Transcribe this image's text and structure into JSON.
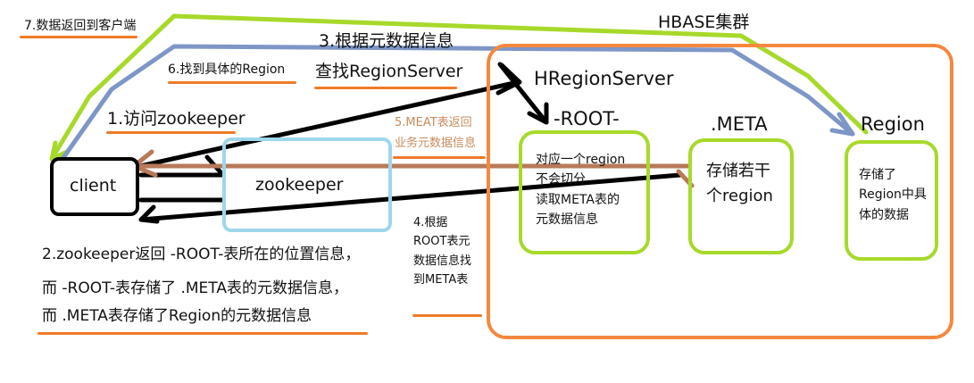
{
  "colors": {
    "orange": "#f5883f",
    "lightblue": "#9ed7ea",
    "lime": "#a7d92a",
    "steelblue": "#7e96c7",
    "brown": "#b87a5a",
    "black": "#000000",
    "underline": "#f07b27",
    "meat_text": "#c98b5e"
  },
  "cluster": {
    "title": "HBASE集群"
  },
  "client": {
    "label": "client"
  },
  "zookeeper": {
    "label": "zookeeper"
  },
  "hregionserver": {
    "label": "HRegionServer"
  },
  "root": {
    "label": "-ROOT-",
    "text": "对应一个region\n不会切分\n读取META表的\n元数据信息"
  },
  "meta": {
    "label": ".META",
    "text": "存储若干\n个region"
  },
  "region": {
    "label": "Region",
    "text": "存储了\nRegion中具\n体的数据"
  },
  "steps": {
    "s1": "1.访问zookeeper",
    "s3_line1": "3.根据元数据信息",
    "s3_line2": "查找RegionServer",
    "s4": "4.根据\nROOT表元\n数据信息找\n到META表",
    "s5": "5.MEAT表返回\n业务元数据信息",
    "s6": "6.找到具体的Region",
    "s7": "7.数据返回到客户端"
  },
  "note2": {
    "line1": "2.zookeeper返回 -ROOT-表所在的位置信息，",
    "line2": "而 -ROOT-表存储了 .META表的元数据信息，",
    "line3": "而 .META表存储了Region的元数据信息"
  }
}
